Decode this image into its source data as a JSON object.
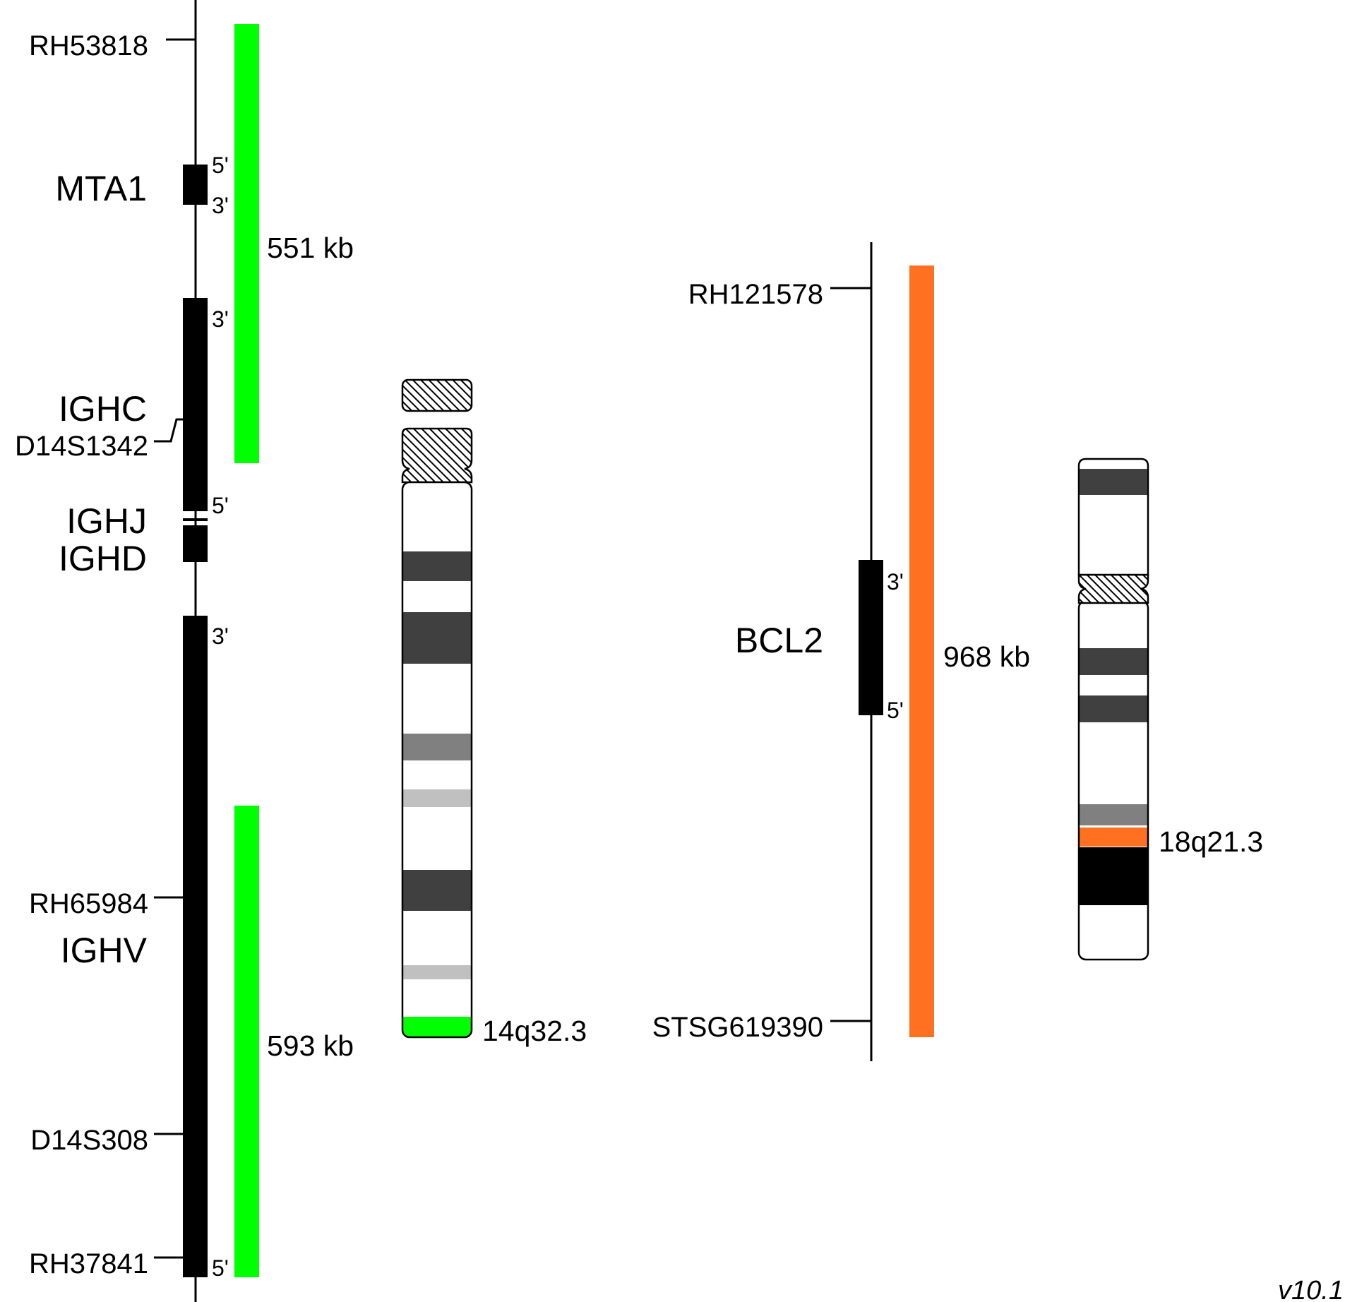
{
  "left_map": {
    "markers": [
      {
        "label": "RH53818"
      },
      {
        "label": "D14S1342"
      },
      {
        "label": "RH65984"
      },
      {
        "label": "D14S308"
      },
      {
        "label": "RH37841"
      }
    ],
    "genes": [
      {
        "label": "MTA1",
        "top_end": "5'",
        "bottom_end": "3'"
      },
      {
        "label": "IGHC",
        "top_end": "3'",
        "bottom_end": "5'"
      },
      {
        "label": "IGHJ"
      },
      {
        "label": "IGHD"
      },
      {
        "label": "IGHV",
        "top_end": "3'",
        "bottom_end": "5'"
      }
    ],
    "probes": [
      {
        "size": "551 kb",
        "color": "#00ff00"
      },
      {
        "size": "593 kb",
        "color": "#00ff00"
      }
    ],
    "chromosome_band": "14q32.3"
  },
  "right_map": {
    "markers": [
      {
        "label": "RH121578"
      },
      {
        "label": "STSG619390"
      }
    ],
    "genes": [
      {
        "label": "BCL2",
        "top_end": "3'",
        "bottom_end": "5'"
      }
    ],
    "probes": [
      {
        "size": "968 kb",
        "color": "#ff7020"
      }
    ],
    "chromosome_band": "18q21.3"
  },
  "colors": {
    "dark_band": "#404040",
    "mid_band": "#808080",
    "light_band": "#c0c0c0",
    "black_band": "#000000",
    "green_probe": "#00ff00",
    "orange_probe": "#ff7020"
  },
  "version": "v10.1"
}
